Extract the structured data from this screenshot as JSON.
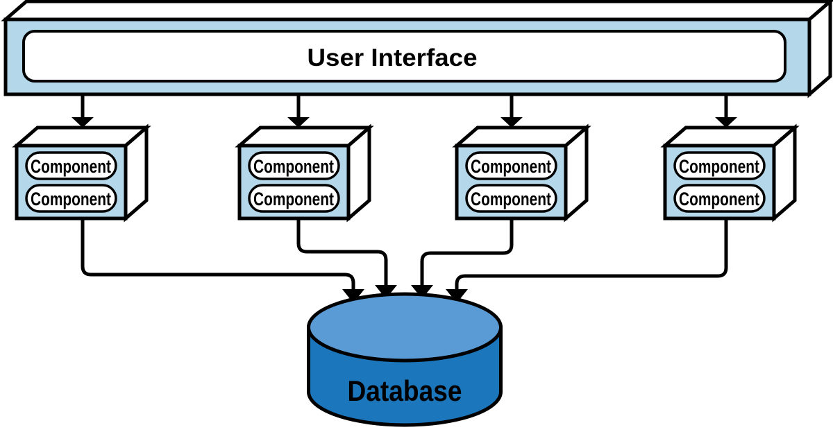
{
  "diagram": {
    "ui_bar": {
      "label": "User Interface"
    },
    "boxes": [
      {
        "labels": [
          "Component",
          "Component"
        ]
      },
      {
        "labels": [
          "Component",
          "Component"
        ]
      },
      {
        "labels": [
          "Component",
          "Component"
        ]
      },
      {
        "labels": [
          "Component",
          "Component"
        ]
      }
    ],
    "database": {
      "label": "Database"
    }
  },
  "colors": {
    "box_fill": "#b5d7ea",
    "face_fill": "#ffffff",
    "pill_fill": "#ffffff",
    "db_top_fill": "#5b9bd5",
    "db_body_fill": "#1b76bc",
    "db_text_color": "#ffffff",
    "line_color": "#000000"
  }
}
